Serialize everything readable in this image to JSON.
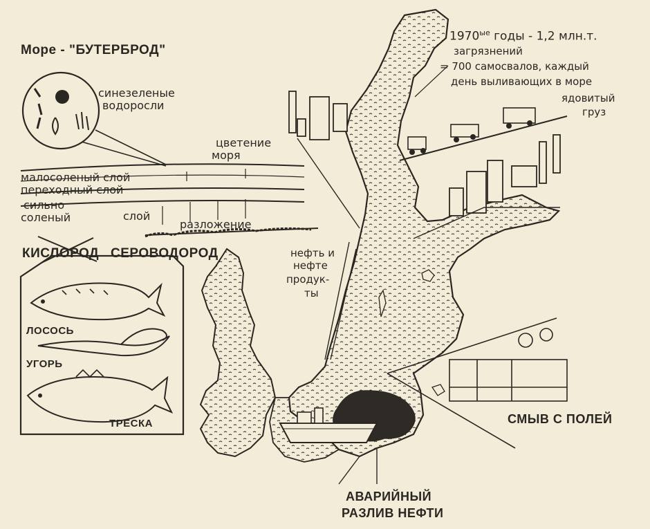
{
  "title": "Море - \"БУТЕРБРОД\"",
  "labels": {
    "algae": "синезеленые водоросли",
    "algae_line1": "синезеленые",
    "algae_line2": "водоросли",
    "bloom_line1": "цветение",
    "bloom_line2": "моря",
    "layer_low_salt": "малосоленый слой",
    "layer_transition": "переходный слой",
    "layer_high_salt_1": "сильно",
    "layer_high_salt_2": "соленый",
    "layer_high_salt_3": "слой",
    "decomposition": "разложение",
    "oxygen": "КИСЛОРОД",
    "hydrogen_sulfide": "СЕРОВОДОРОД",
    "salmon": "ЛОСОСЬ",
    "eel": "УГОРЬ",
    "cod": "ТРЕСКА",
    "oil_line1": "нефть и",
    "oil_line2": "нефте",
    "oil_line3": "продук-",
    "oil_line4": "ты",
    "pollution_line1_main": "1970",
    "pollution_line1_sup": "ые",
    "pollution_line1_rest": "годы - 1,2 млн.т.",
    "pollution_line2": "загрязнений",
    "pollution_line3": "= 700 самосвалов, каждый",
    "pollution_line4": "день выливающих в море",
    "pollution_line5": "ядовитый",
    "pollution_line6": "груз",
    "field_runoff": "СМЫВ С ПОЛЕЙ",
    "spill_line1": "АВАРИЙНЫЙ",
    "spill_line2": "РАЗЛИВ НЕФТИ"
  },
  "colors": {
    "paper": "#f3ecd9",
    "ink": "#2a2622",
    "sea_fill": "#ece4cf",
    "oil": "#2e2a26"
  }
}
